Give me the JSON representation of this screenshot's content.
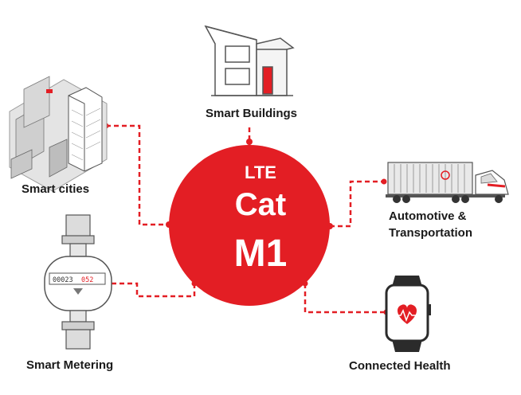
{
  "hub": {
    "line1": "LTE",
    "line2": "Cat",
    "line3": "M1",
    "color": "#e31e24"
  },
  "nodes": {
    "smart_buildings": "Smart Buildings",
    "smart_cities": "Smart cities",
    "automotive_line1": "Automotive &",
    "automotive_line2": "Transportation",
    "smart_metering": "Smart Metering",
    "connected_health": "Connected Health"
  },
  "meter": {
    "reading_black": "00023",
    "reading_red": "052"
  },
  "icons": {
    "building": "house-icon",
    "city": "city-icon",
    "truck": "truck-icon",
    "meter": "water-meter-icon",
    "watch": "smartwatch-heart-icon"
  },
  "colors": {
    "accent": "#e31e24",
    "line_art": "#555555",
    "text": "#1a1a1a"
  }
}
